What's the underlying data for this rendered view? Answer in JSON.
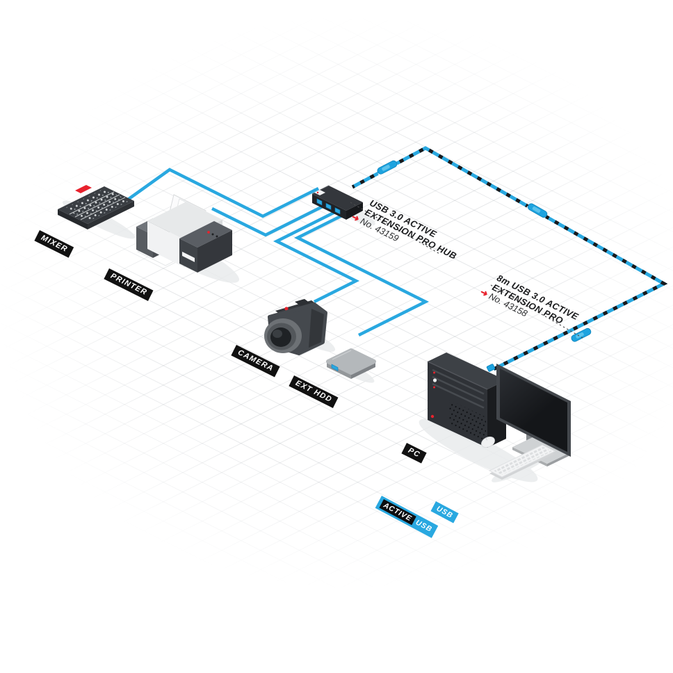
{
  "colors": {
    "accent_blue": "#29a8e0",
    "cable_stripe_black": "#17191c",
    "arrow_red": "#e8222d",
    "label_bg": "#111111",
    "label_text": "#ffffff"
  },
  "devices": {
    "mixer": {
      "label": "MIXER"
    },
    "printer": {
      "label": "PRINTER"
    },
    "camera": {
      "label": "CAMERA"
    },
    "ext_hdd": {
      "label": "EXT HDD"
    },
    "pc": {
      "label": "PC"
    }
  },
  "annotations": {
    "hub": {
      "title_line1": "USB 3.0 ACTIVE",
      "title_line2": "EXTENSION PRO HUB",
      "arrow": "➜",
      "part_number": "No. 43159"
    },
    "extension_cable": {
      "title_line1": "8m USB 3.0 ACTIVE",
      "title_line2": "EXTENSION PRO",
      "arrow": "➜",
      "part_number": "No. 43158"
    }
  },
  "branding": {
    "active": "ACTIVE",
    "usb": "USB",
    "corner_tag": "USB"
  }
}
